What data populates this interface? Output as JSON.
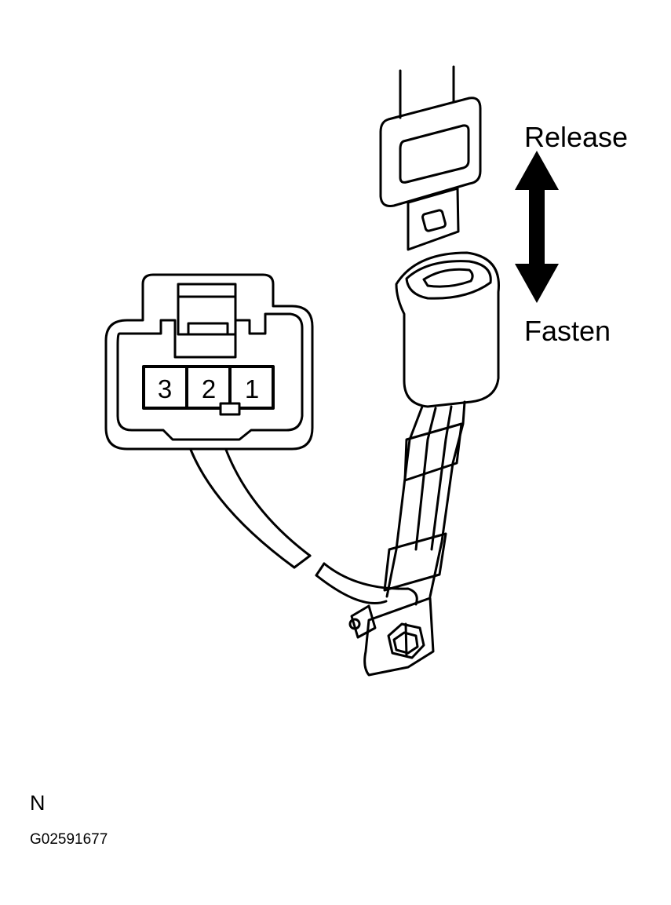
{
  "labels": {
    "release": "Release",
    "fasten": "Fasten",
    "code": "N",
    "figure_id": "G02591677"
  },
  "connector": {
    "pins": [
      "3",
      "2",
      "1"
    ]
  },
  "colors": {
    "line": "#000000",
    "background": "#ffffff"
  }
}
